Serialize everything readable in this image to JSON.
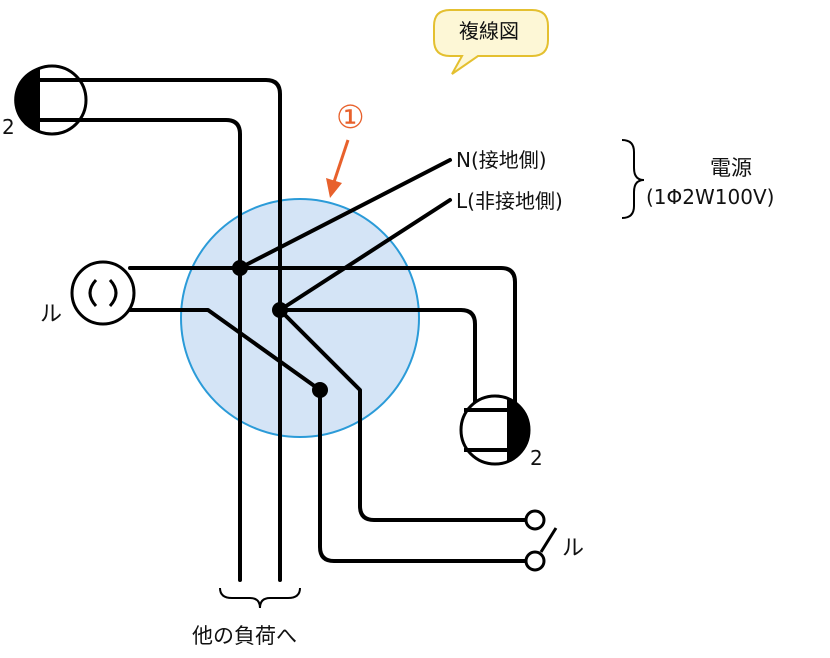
{
  "diagram": {
    "callout_title": "複線図",
    "marker_label": "①",
    "source": {
      "n_label": "N(接地側)",
      "l_label": "L(非接地側)",
      "title": "電源",
      "spec": "(1Φ2W100V)"
    },
    "fixtures": {
      "top_left_label": "2",
      "bottom_right_label": "2",
      "lamp_label": "ル",
      "switch_label": "ル"
    },
    "footer": "他の負荷へ",
    "colors": {
      "box_fill": "#d4e4f6",
      "box_stroke": "#2b9bd8",
      "callout_fill": "#fdf7d6",
      "callout_stroke": "#e4c030",
      "marker": "#e8612c",
      "wire": "#000000"
    }
  }
}
